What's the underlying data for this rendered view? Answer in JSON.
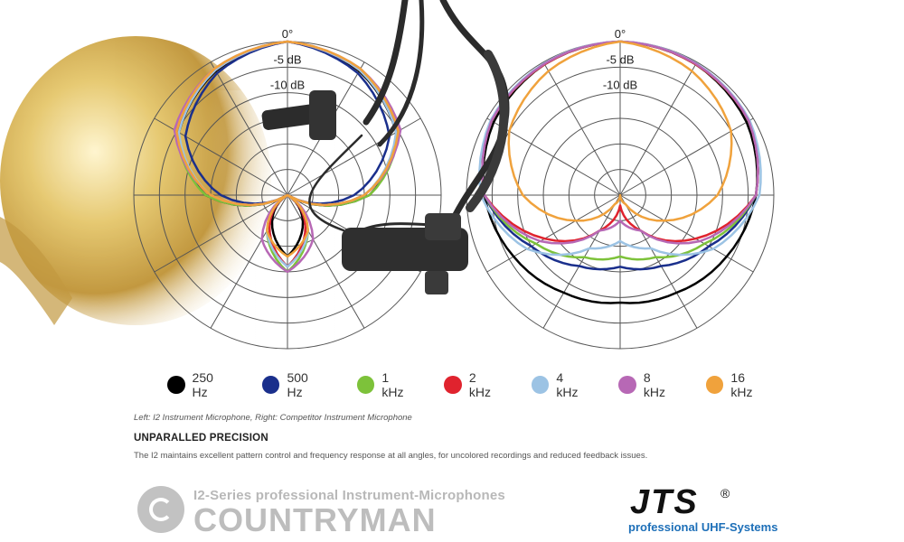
{
  "chart_data": [
    {
      "type": "polar",
      "title": "",
      "ring_labels": [
        "0°",
        "-5 dB",
        "-10 dB"
      ],
      "r_range_db": [
        -30,
        0
      ],
      "angle_step_deg": 30,
      "grid": true,
      "series": [
        {
          "name": "250 Hz",
          "color": "#000000",
          "angles": [
            0,
            30,
            60,
            90,
            120,
            150,
            180
          ],
          "db": [
            0,
            -2,
            -5.5,
            -14,
            -30,
            -24,
            -18
          ]
        },
        {
          "name": "500 Hz",
          "color": "#1a2f8c",
          "angles": [
            0,
            30,
            60,
            90,
            120,
            150,
            180
          ],
          "db": [
            0,
            -2.5,
            -7,
            -17,
            -30,
            -23,
            -16
          ]
        },
        {
          "name": "1 kHz",
          "color": "#7dc23a",
          "angles": [
            0,
            30,
            60,
            90,
            120,
            150,
            180
          ],
          "db": [
            0,
            -1.8,
            -5,
            -14,
            -30,
            -22,
            -15
          ]
        },
        {
          "name": "2 kHz",
          "color": "#e0232e",
          "angles": [
            0,
            30,
            60,
            90,
            120,
            150,
            180
          ],
          "db": [
            0,
            -1.8,
            -5,
            -15,
            -30,
            -23,
            -16
          ]
        },
        {
          "name": "4 kHz",
          "color": "#9cc3e4",
          "angles": [
            0,
            30,
            60,
            90,
            120,
            150,
            180
          ],
          "db": [
            0,
            -1.8,
            -5.5,
            -15,
            -30,
            -22,
            -16
          ]
        },
        {
          "name": "8 kHz",
          "color": "#b768b5",
          "angles": [
            0,
            30,
            60,
            90,
            120,
            150,
            180
          ],
          "db": [
            0,
            -1.5,
            -4.5,
            -15,
            -30,
            -20,
            -15
          ]
        },
        {
          "name": "16 kHz",
          "color": "#f0a23c",
          "angles": [
            0,
            30,
            60,
            90,
            120,
            150,
            180
          ],
          "db": [
            0,
            -1.5,
            -5,
            -15,
            -30,
            -22,
            -18
          ]
        }
      ]
    },
    {
      "type": "polar",
      "title": "",
      "ring_labels": [
        "0°",
        "-5 dB",
        "-10 dB"
      ],
      "r_range_db": [
        -30,
        0
      ],
      "angle_step_deg": 30,
      "grid": true,
      "series": [
        {
          "name": "250 Hz",
          "color": "#000000",
          "angles": [
            0,
            30,
            60,
            90,
            120,
            150,
            180
          ],
          "db": [
            0,
            -0.5,
            -1.5,
            -3.5,
            -6,
            -8,
            -9
          ]
        },
        {
          "name": "500 Hz",
          "color": "#1a2f8c",
          "angles": [
            0,
            30,
            60,
            90,
            120,
            150,
            180
          ],
          "db": [
            0,
            -0.5,
            -1,
            -3.5,
            -10,
            -14,
            -16
          ]
        },
        {
          "name": "1 kHz",
          "color": "#7dc23a",
          "angles": [
            0,
            30,
            60,
            90,
            120,
            150,
            180
          ],
          "db": [
            0,
            -0.5,
            -1,
            -3.5,
            -11,
            -16,
            -18
          ]
        },
        {
          "name": "2 kHz",
          "color": "#e0232e",
          "angles": [
            0,
            30,
            60,
            90,
            120,
            150,
            180
          ],
          "db": [
            0,
            -0.5,
            -1,
            -3.5,
            -13,
            -22,
            -28
          ]
        },
        {
          "name": "4 kHz",
          "color": "#9cc3e4",
          "angles": [
            0,
            30,
            60,
            90,
            120,
            150,
            180
          ],
          "db": [
            0,
            -0.3,
            -0.8,
            -2.8,
            -9,
            -18,
            -21
          ]
        },
        {
          "name": "8 kHz",
          "color": "#b768b5",
          "angles": [
            0,
            30,
            60,
            90,
            120,
            150,
            180
          ],
          "db": [
            0,
            -0.4,
            -1,
            -3.5,
            -12,
            -22,
            -25
          ]
        },
        {
          "name": "16 kHz",
          "color": "#f0a23c",
          "angles": [
            0,
            30,
            60,
            90,
            120,
            150,
            180
          ],
          "db": [
            0,
            -2,
            -5,
            -11,
            -20,
            -28,
            -30
          ]
        }
      ]
    }
  ],
  "legend": [
    {
      "label": "250 Hz",
      "color": "#000000"
    },
    {
      "label": "500 Hz",
      "color": "#1a2f8c"
    },
    {
      "label": "1 kHz",
      "color": "#7dc23a"
    },
    {
      "label": "2 kHz",
      "color": "#e0232e"
    },
    {
      "label": "4 kHz",
      "color": "#9cc3e4"
    },
    {
      "label": "8 kHz",
      "color": "#b768b5"
    },
    {
      "label": "16 kHz",
      "color": "#f0a23c"
    }
  ],
  "caption": "Left: I2 Instrument Microphone, Right: Competitor Instrument Microphone",
  "heading": "UNPARALLED PRECISION",
  "description": "The I2 maintains excellent pattern control and frequency response at all angles, for uncolored recordings and reduced feedback issues.",
  "countryman": {
    "tagline": "I2-Series professional Instrument-Microphones",
    "brand": "COUNTRYMAN",
    "color": "#bdbdbd"
  },
  "jts": {
    "brand": "JTS",
    "registered": "®",
    "tagline": "professional UHF-Systems",
    "tagline_color": "#1d6fb8"
  },
  "photo_colors": {
    "brass": "#c9a23a",
    "cable": "#2a2a2a"
  }
}
